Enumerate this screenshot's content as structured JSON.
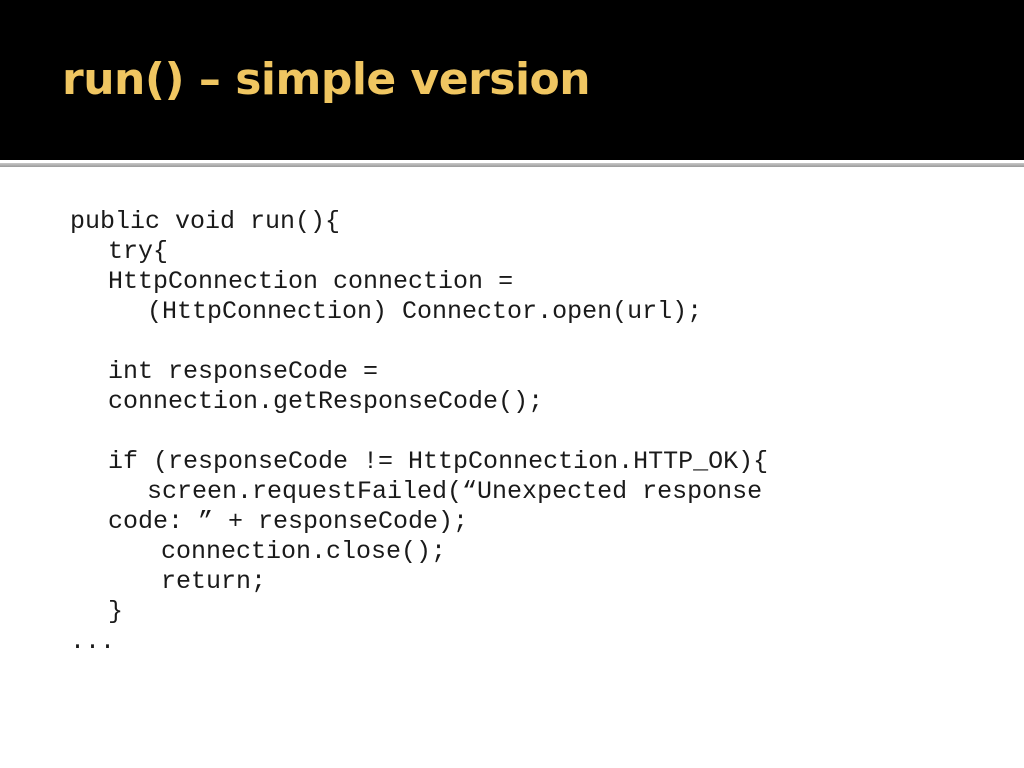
{
  "slide": {
    "title": "run() – simple version",
    "colors": {
      "title_bar": "#000000",
      "title_text": "#f0c661",
      "body_text": "#1a1a1a",
      "rule": "#a8a8a8"
    },
    "code_lines": [
      "public void run(){",
      "try{",
      "HttpConnection connection =",
      "(HttpConnection) Connector.open(url);",
      "",
      "int responseCode =",
      "connection.getResponseCode();",
      "",
      "if (responseCode != HttpConnection.HTTP_OK){",
      "screen.requestFailed(“Unexpected response",
      "code: ” + responseCode);",
      "connection.close();",
      "return;",
      "}",
      "..."
    ]
  }
}
